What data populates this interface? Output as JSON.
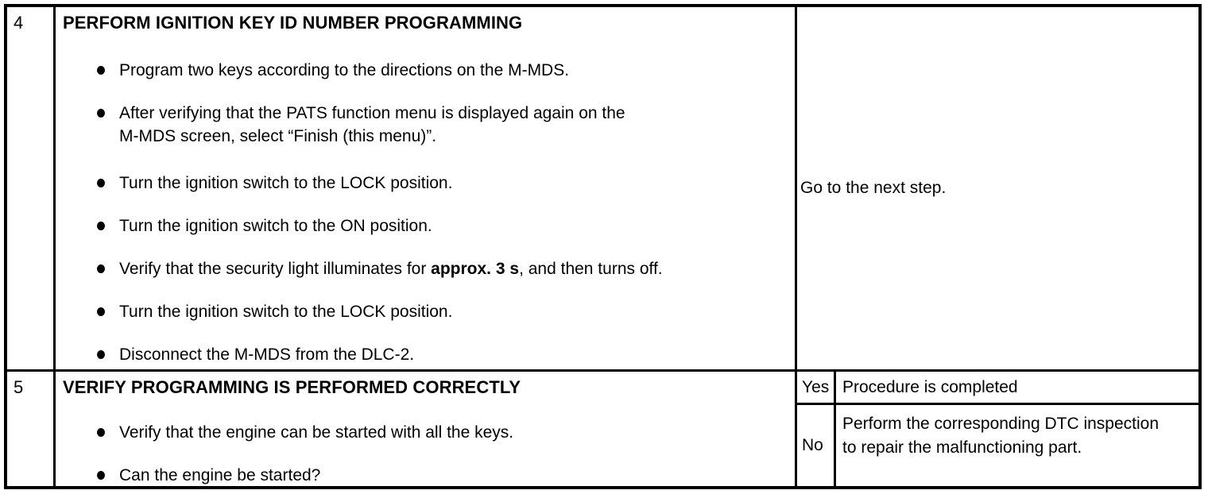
{
  "page": {
    "background_color": "#ffffff",
    "text_color": "#000000",
    "border_color": "#000000"
  },
  "table": {
    "rows": [
      {
        "step": "4",
        "title": "PERFORM IGNITION KEY ID NUMBER PROGRAMMING",
        "bullets": [
          "Program two keys according to the directions on the M-MDS.",
          {
            "line1": "After verifying that the PATS function menu is displayed again on the",
            "line2": "M-MDS screen, select “Finish (this menu)”."
          },
          "Turn the ignition switch to the LOCK position.",
          "Turn the ignition switch to the ON position.",
          {
            "pre": "Verify that the security light illuminates for ",
            "bold": "approx. 3 s",
            "post": ", and then turns off."
          },
          "Turn the ignition switch to the LOCK position.",
          "Disconnect the M-MDS from the DLC-2."
        ],
        "result": "Go to the next step."
      },
      {
        "step": "5",
        "title": "VERIFY PROGRAMMING IS PERFORMED CORRECTLY",
        "bullets": [
          "Verify that the engine can be started with all the keys.",
          "Can the engine be started?"
        ],
        "results": [
          {
            "answer": "Yes",
            "action": "Procedure is completed"
          },
          {
            "answer": "No",
            "action": "Perform the corresponding DTC inspection to repair the malfunctioning part."
          }
        ]
      }
    ]
  }
}
